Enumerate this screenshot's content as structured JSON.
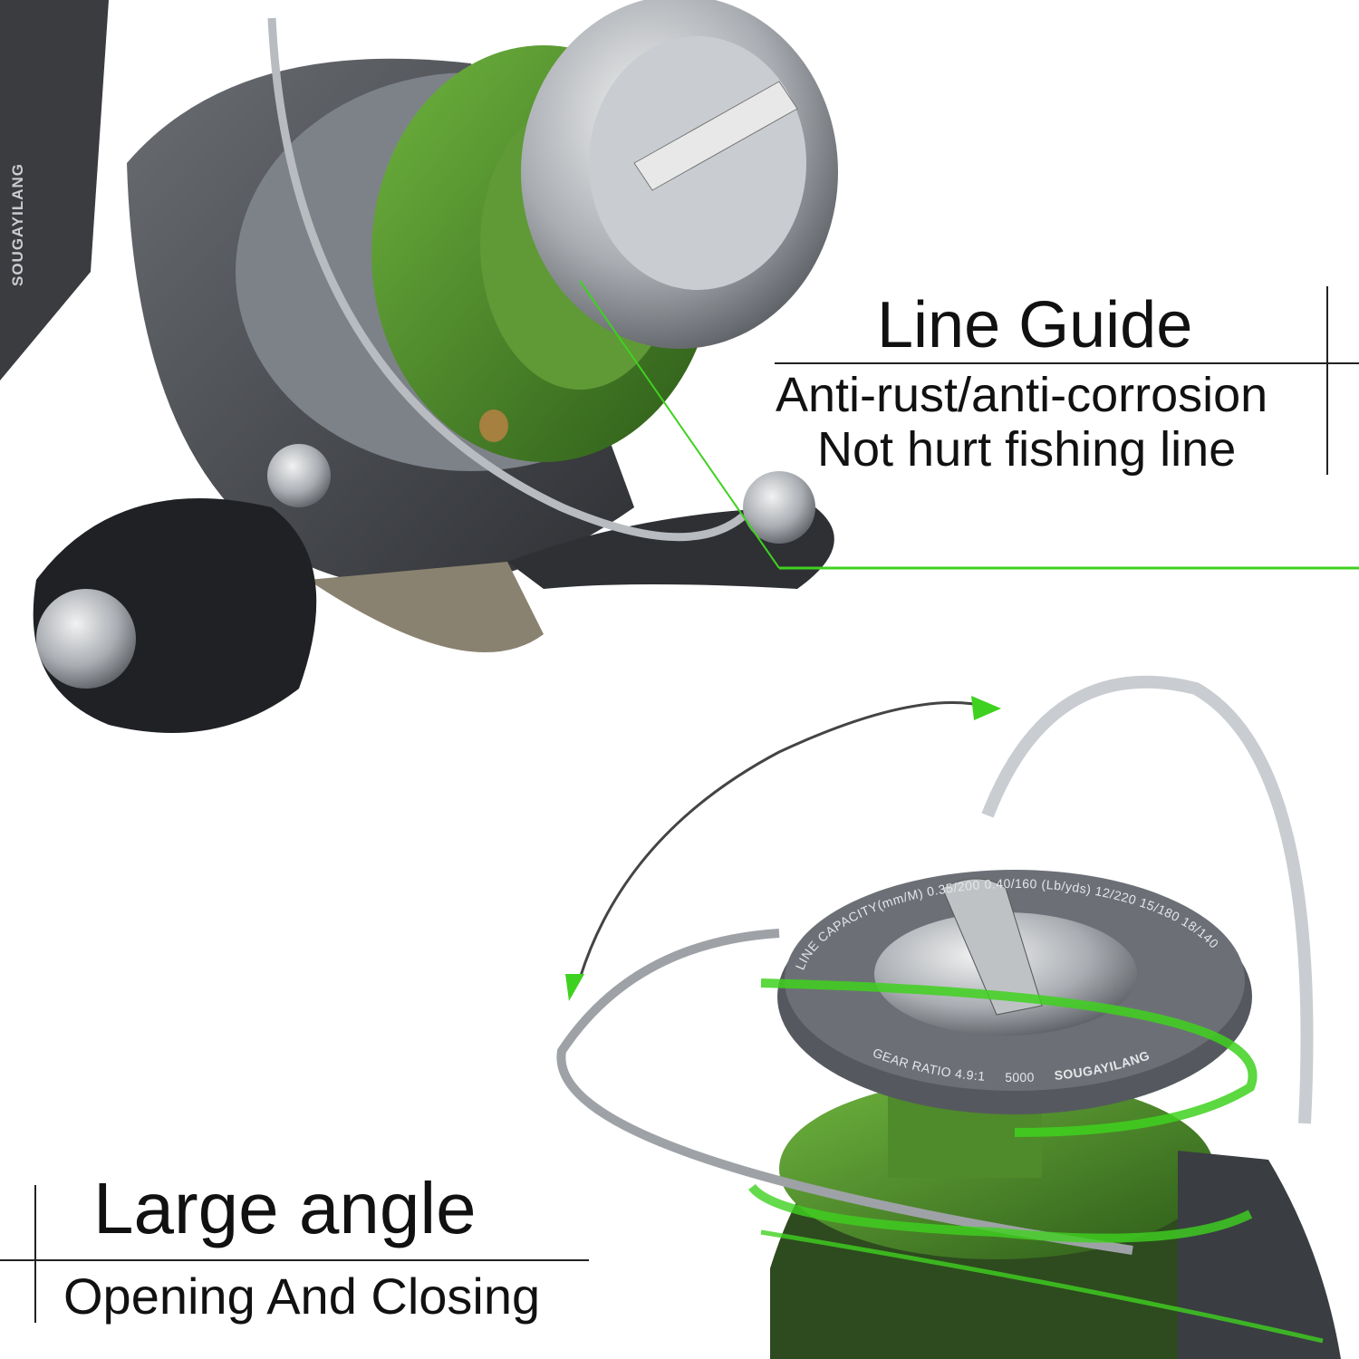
{
  "feature_top": {
    "title": "Line Guide",
    "lines": [
      "Anti-rust/anti-corrosion",
      "Not hurt fishing line"
    ]
  },
  "feature_bottom": {
    "title": "Large angle",
    "subtitle": "Opening And Closing"
  },
  "product_markings": {
    "brand": "SOUGAYILANG",
    "spool_text": "LINE CAPACITY(mm/M) 0.35/200 0.40/160 (Lb/yds) 12/220 15/180 18/140",
    "gear_ratio": "GEAR RATIO 4.9:1",
    "model": "5000"
  },
  "colors": {
    "accent_green": "#3fd11f",
    "spool_green": "#4a8a2a",
    "body_gray": "#4a4d52"
  }
}
